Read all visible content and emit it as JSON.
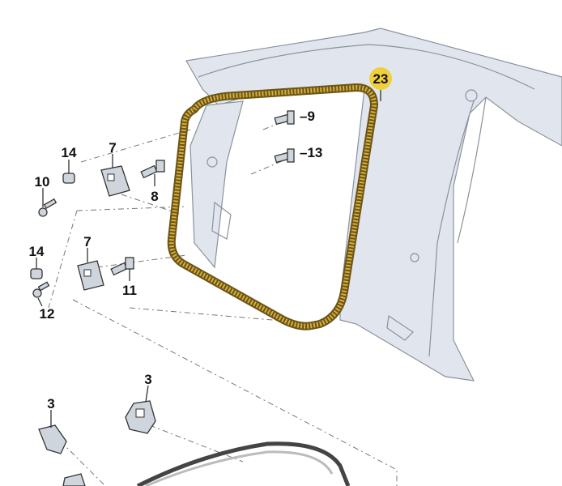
{
  "diagram": {
    "callouts": {
      "seal": "23",
      "bolt_upper": "–9",
      "bolt_lower": "–13",
      "cap_upper": "14",
      "bracket_upper": "7",
      "screw_upper": "10",
      "bolt_8": "8",
      "cap_lower": "14",
      "bracket_lower": "7",
      "bolt_11": "11",
      "screw_lower": "12",
      "clip_right": "3",
      "clip_left": "3"
    },
    "colors": {
      "badge": "#f0d03a",
      "seal": "#c9a231",
      "body": "#e1e6ee"
    }
  }
}
